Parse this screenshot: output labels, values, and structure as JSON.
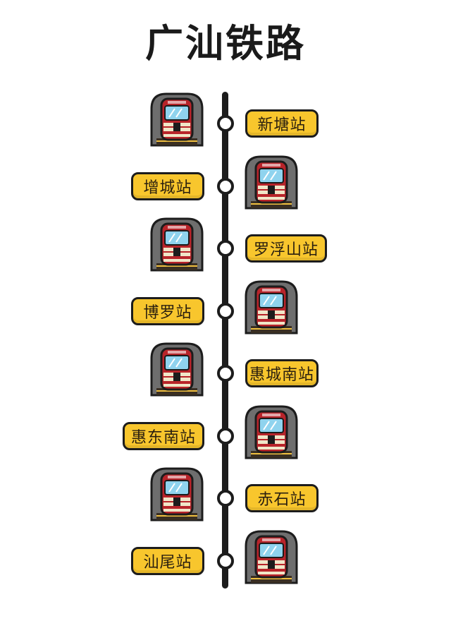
{
  "title": "广汕铁路",
  "colors": {
    "label_fill": "#f8c62d",
    "line": "#1c1c1c",
    "train_red": "#b8242a",
    "train_window": "#8fd3ee",
    "tunnel": "#6e6e6e"
  },
  "stations": [
    {
      "name": "新塘站",
      "side": "right"
    },
    {
      "name": "增城站",
      "side": "left"
    },
    {
      "name": "罗浮山站",
      "side": "right"
    },
    {
      "name": "博罗站",
      "side": "left"
    },
    {
      "name": "惠城南站",
      "side": "right"
    },
    {
      "name": "惠东南站",
      "side": "left"
    },
    {
      "name": "赤石站",
      "side": "right"
    },
    {
      "name": "汕尾站",
      "side": "left"
    }
  ],
  "icons": {
    "train": "train-tunnel-icon",
    "node": "station-node-icon"
  }
}
